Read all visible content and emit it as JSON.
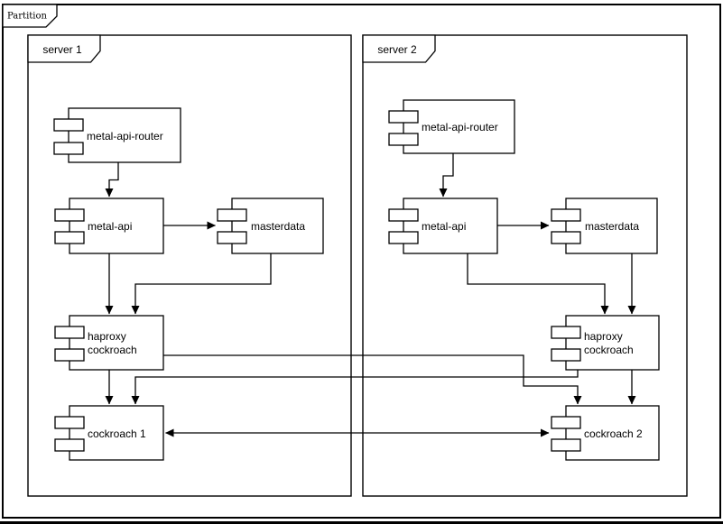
{
  "diagram": {
    "kind": "uml-component-diagram",
    "partition_label": "Partition"
  },
  "servers": [
    {
      "label": "server 1",
      "components": {
        "router": {
          "label": "metal-api-router"
        },
        "api": {
          "label": "metal-api"
        },
        "masterdata": {
          "label": "masterdata"
        },
        "haproxy": {
          "line1": "haproxy",
          "line2": "cockroach"
        },
        "cockroach": {
          "label": "cockroach 1"
        }
      }
    },
    {
      "label": "server 2",
      "components": {
        "router": {
          "label": "metal-api-router"
        },
        "api": {
          "label": "metal-api"
        },
        "masterdata": {
          "label": "masterdata"
        },
        "haproxy": {
          "line1": "haproxy",
          "line2": "cockroach"
        },
        "cockroach": {
          "label": "cockroach 2"
        }
      }
    }
  ],
  "connections": [
    {
      "from": "server1/metal-api-router",
      "to": "server1/metal-api",
      "arrow": "directed"
    },
    {
      "from": "server1/metal-api",
      "to": "server1/masterdata",
      "arrow": "directed"
    },
    {
      "from": "server1/metal-api",
      "to": "server1/haproxy-cockroach",
      "arrow": "directed"
    },
    {
      "from": "server1/masterdata",
      "to": "server1/haproxy-cockroach",
      "arrow": "directed"
    },
    {
      "from": "server1/haproxy-cockroach",
      "to": "server1/cockroach-1",
      "arrow": "directed"
    },
    {
      "from": "server1/haproxy-cockroach",
      "to": "server2/cockroach-2",
      "arrow": "directed"
    },
    {
      "from": "server2/metal-api-router",
      "to": "server2/metal-api",
      "arrow": "directed"
    },
    {
      "from": "server2/metal-api",
      "to": "server2/masterdata",
      "arrow": "directed"
    },
    {
      "from": "server2/metal-api",
      "to": "server2/haproxy-cockroach",
      "arrow": "directed"
    },
    {
      "from": "server2/masterdata",
      "to": "server2/haproxy-cockroach",
      "arrow": "directed"
    },
    {
      "from": "server2/haproxy-cockroach",
      "to": "server2/cockroach-2",
      "arrow": "directed"
    },
    {
      "from": "server2/haproxy-cockroach",
      "to": "server1/cockroach-1",
      "arrow": "directed"
    },
    {
      "from": "server1/cockroach-1",
      "to": "server2/cockroach-2",
      "arrow": "bidirectional"
    }
  ],
  "colors": {
    "stroke": "#000000",
    "shape_fill": "#ffffff",
    "background": "#ffffff"
  }
}
